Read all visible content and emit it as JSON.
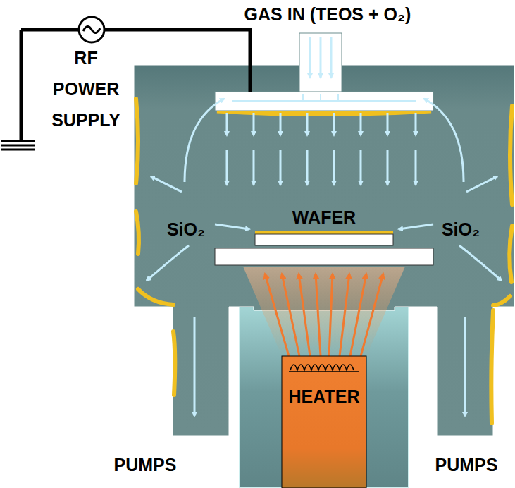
{
  "diagram": {
    "nodes": [
      {
        "text": [
          "HEATER"
        ]
      }
    ],
    "labels": [
      "GAS IN (TEOS + O₂)",
      "RF POWER SUPPLY",
      "SiO₂",
      "WAFER",
      "SiO₂",
      "PUMPS",
      "PUMPS"
    ]
  }
}
